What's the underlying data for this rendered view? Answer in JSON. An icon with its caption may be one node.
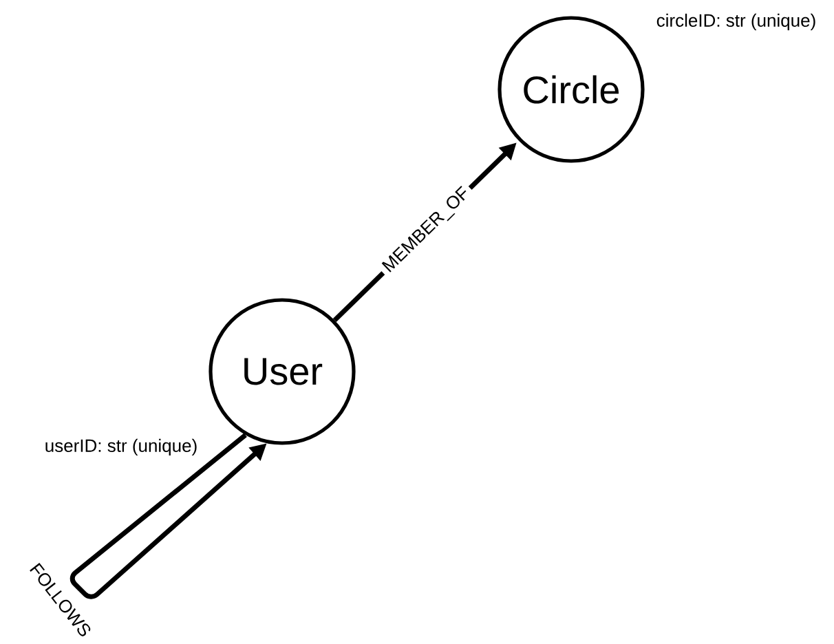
{
  "diagram": {
    "nodes": [
      {
        "text": [
          "Circle"
        ],
        "beside": [
          "circleID: str (unique)"
        ]
      },
      {
        "text": [
          "User"
        ],
        "beside": [
          "userID: str (unique)"
        ]
      }
    ],
    "edges": [
      {
        "from": 1,
        "to": 0,
        "arrow": "to",
        "label": "MEMBER_OF"
      },
      {
        "from": 1,
        "to": 1,
        "arrow": "to",
        "label": "FOLLOWS"
      }
    ]
  }
}
